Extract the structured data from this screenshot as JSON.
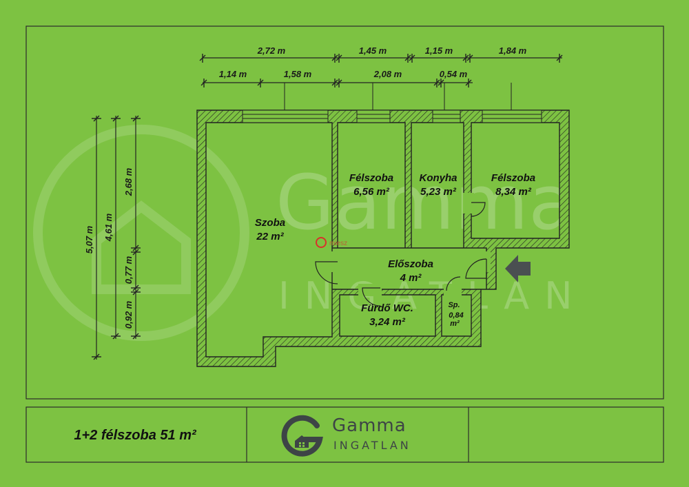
{
  "dimensions": {
    "top_row1": [
      "2,72 m",
      "1,45 m",
      "1,15 m",
      "1,84 m"
    ],
    "top_row2": [
      "1,14 m",
      "1,58 m",
      "2,08 m",
      "0,54 m"
    ],
    "left": [
      "5,07 m",
      "4,61 m",
      "2,68 m",
      "0,77 m",
      "0,92 m"
    ]
  },
  "rooms": {
    "szoba_name": "Szoba",
    "szoba_area": "22 m²",
    "felszoba1_name": "Félszoba",
    "felszoba1_area": "6,56 m²",
    "konyha_name": "Konyha",
    "konyha_area": "5,23 m²",
    "felszoba2_name": "Félszoba",
    "felszoba2_area": "8,34 m²",
    "eloszoba_name": "Előszoba",
    "eloszoba_area": "4 m²",
    "furdo_name": "Fürdő WC.",
    "furdo_area": "3,24 m²",
    "sp_name": "Sp.",
    "sp_area1": "0,84",
    "sp_area2": "m²"
  },
  "footer": {
    "summary": "1+2 félszoba 51 m²",
    "brand_name": "Gamma",
    "brand_sub": "INGATLAN"
  },
  "watermark": {
    "name": "Gamma",
    "sub": "INGATLAN",
    "small_logo_text": "miesz"
  },
  "colors": {
    "background": "#7dc242",
    "ink": "#222222",
    "logo": "#3d4446",
    "accent": "#d9312b"
  },
  "icons": {
    "entrance": "entrance-arrow-icon",
    "logo": "gamma-house-logo-icon"
  }
}
